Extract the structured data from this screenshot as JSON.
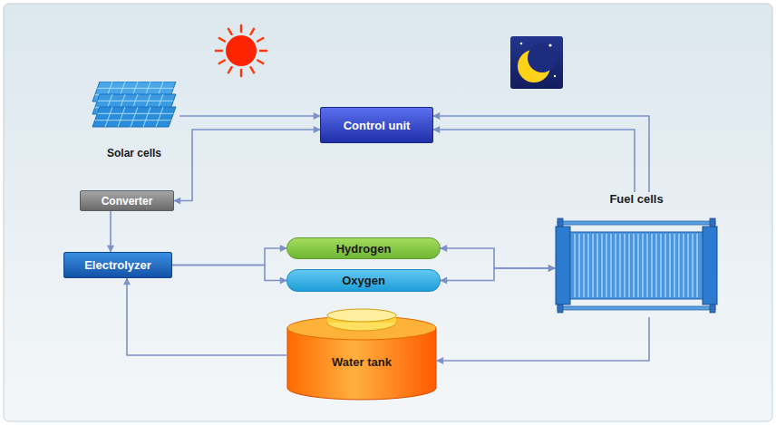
{
  "diagram": {
    "nodes": [
      {
        "text": [
          "Solar cells"
        ]
      },
      {
        "text": [
          "Control unit"
        ]
      },
      {
        "text": [
          "Converter"
        ]
      },
      {
        "text": [
          "Electrolyzer"
        ]
      },
      {
        "text": [
          "Hydrogen"
        ]
      },
      {
        "text": [
          "Oxygen"
        ]
      },
      {
        "text": [
          "Fuel cells"
        ]
      },
      {
        "text": [
          "Water tank"
        ]
      }
    ],
    "edges": [
      {
        "from": 0,
        "to": 1,
        "arrow": "to"
      },
      {
        "from": 1,
        "to": 2,
        "arrow": "both"
      },
      {
        "from": 2,
        "to": 3,
        "arrow": "to"
      },
      {
        "from": 3,
        "to": 4,
        "arrow": "to"
      },
      {
        "from": 3,
        "to": 5,
        "arrow": "to"
      },
      {
        "from": 4,
        "to": 6,
        "arrow": "both"
      },
      {
        "from": 5,
        "to": 6,
        "arrow": "both"
      },
      {
        "from": 6,
        "to": 1,
        "arrow": "to"
      },
      {
        "from": 6,
        "to": 1,
        "arrow": "to"
      },
      {
        "from": 6,
        "to": 7,
        "arrow": "to"
      },
      {
        "from": 7,
        "to": 3,
        "arrow": "to"
      }
    ]
  }
}
